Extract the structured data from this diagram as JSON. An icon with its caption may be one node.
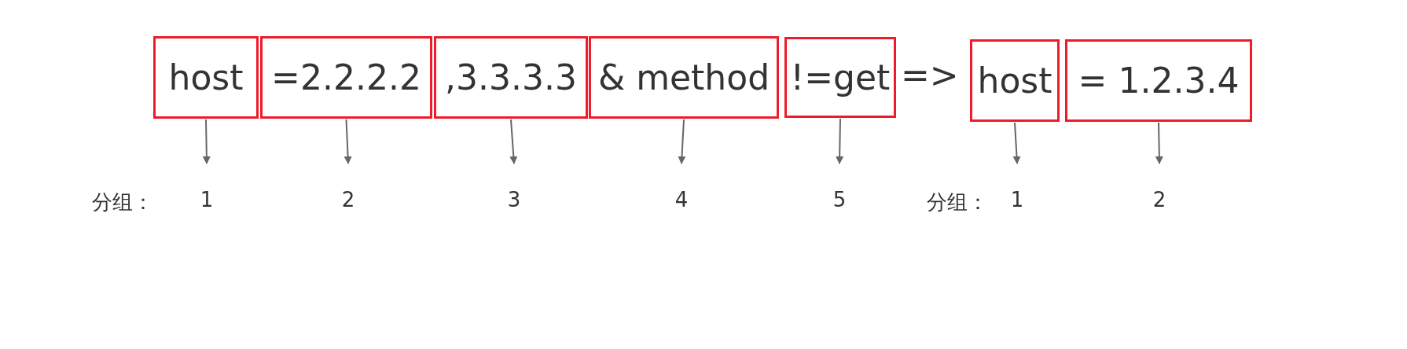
{
  "diagram": {
    "nodes": [
      {
        "text": [
          "host"
        ]
      },
      {
        "text": [
          "=2.2.2.2"
        ]
      },
      {
        "text": [
          ",3.3.3.3"
        ]
      },
      {
        "text": [
          "& method"
        ]
      },
      {
        "text": [
          "!=get"
        ]
      },
      {
        "text": [
          "host"
        ]
      },
      {
        "text": [
          "= 1.2.3.4"
        ]
      },
      {
        "text": [
          "1"
        ]
      },
      {
        "text": [
          "2"
        ]
      },
      {
        "text": [
          "3"
        ]
      },
      {
        "text": [
          "4"
        ]
      },
      {
        "text": [
          "5"
        ]
      },
      {
        "text": [
          "1"
        ]
      },
      {
        "text": [
          "2"
        ]
      }
    ],
    "edges": [
      {
        "from": 0,
        "to": 7,
        "arrow": "to"
      },
      {
        "from": 1,
        "to": 8,
        "arrow": "to"
      },
      {
        "from": 2,
        "to": 9,
        "arrow": "to"
      },
      {
        "from": 3,
        "to": 10,
        "arrow": "to"
      },
      {
        "from": 4,
        "to": 11,
        "arrow": "to"
      },
      {
        "from": 5,
        "to": 12,
        "arrow": "to"
      },
      {
        "from": 6,
        "to": 13,
        "arrow": "to"
      }
    ],
    "labels": [
      "=>",
      "分组：",
      "分组："
    ]
  }
}
